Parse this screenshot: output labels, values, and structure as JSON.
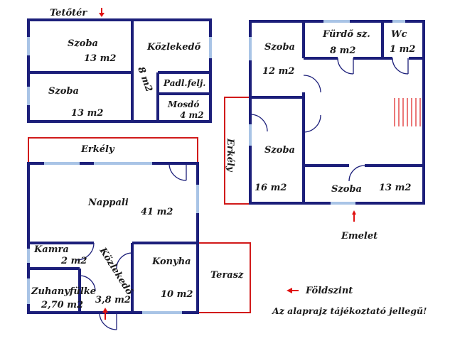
{
  "colors": {
    "wall": "#1c1f7a",
    "window": "#a9c4e6",
    "outline": "#d11a1a",
    "arrow": "#e01010",
    "stairs": "#e03030"
  },
  "tetoter": {
    "title": "Tetőtér",
    "rooms": [
      {
        "name": "Szoba",
        "area": "13 m2"
      },
      {
        "name": "Szoba",
        "area": "13 m2"
      },
      {
        "name": "Közlekedő",
        "area": "8 m2"
      },
      {
        "name": "Padl.felj.",
        "area": ""
      },
      {
        "name": "Mosdó",
        "area": "4 m2"
      }
    ]
  },
  "emelet": {
    "title": "Emelet",
    "rooms": [
      {
        "name": "Szoba",
        "area": "12 m2"
      },
      {
        "name": "Fürdő sz.",
        "area": "8 m2"
      },
      {
        "name": "Wc",
        "area": "1 m2"
      },
      {
        "name": "Szoba",
        "area": "16 m2"
      },
      {
        "name": "Szoba",
        "area": "13 m2"
      }
    ],
    "balcony": "Erkély"
  },
  "foldszint": {
    "title": "Földszint",
    "balcony": "Erkély",
    "rooms": [
      {
        "name": "Nappali",
        "area": "41 m2"
      },
      {
        "name": "Kamra",
        "area": "2 m2"
      },
      {
        "name": "Közlekedő",
        "area": "3,8 m2"
      },
      {
        "name": "Konyha",
        "area": "10 m2"
      },
      {
        "name": "Zuhanyfülke",
        "area": "2,70 m2"
      }
    ],
    "terrace": "Terasz"
  },
  "disclaimer": "Az alaprajz tájékoztató jellegű!"
}
